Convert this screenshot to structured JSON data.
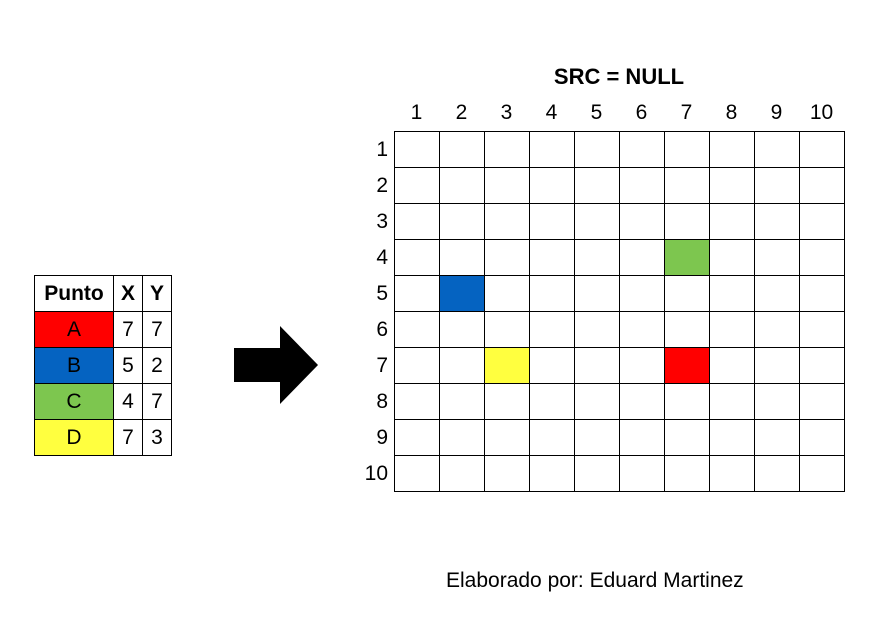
{
  "legend": {
    "headers": [
      "Punto",
      "X",
      "Y"
    ],
    "rows": [
      {
        "name": "A",
        "x": "7",
        "y": "7",
        "color": "#ff0000"
      },
      {
        "name": "B",
        "x": "5",
        "y": "2",
        "color": "#0563c1"
      },
      {
        "name": "C",
        "x": "4",
        "y": "7",
        "color": "#7dc64f"
      },
      {
        "name": "D",
        "x": "7",
        "y": "3",
        "color": "#ffff3f"
      }
    ]
  },
  "grid": {
    "title": "SRC = NULL",
    "columns": [
      "1",
      "2",
      "3",
      "4",
      "5",
      "6",
      "7",
      "8",
      "9",
      "10"
    ],
    "rows": [
      "1",
      "2",
      "3",
      "4",
      "5",
      "6",
      "7",
      "8",
      "9",
      "10"
    ],
    "filled_cells": [
      {
        "row": 4,
        "col": 7,
        "color": "#7dc64f"
      },
      {
        "row": 5,
        "col": 2,
        "color": "#0563c1"
      },
      {
        "row": 7,
        "col": 3,
        "color": "#ffff3f"
      },
      {
        "row": 7,
        "col": 7,
        "color": "#ff0000"
      }
    ]
  },
  "credit": "Elaborado por: Eduard Martinez"
}
